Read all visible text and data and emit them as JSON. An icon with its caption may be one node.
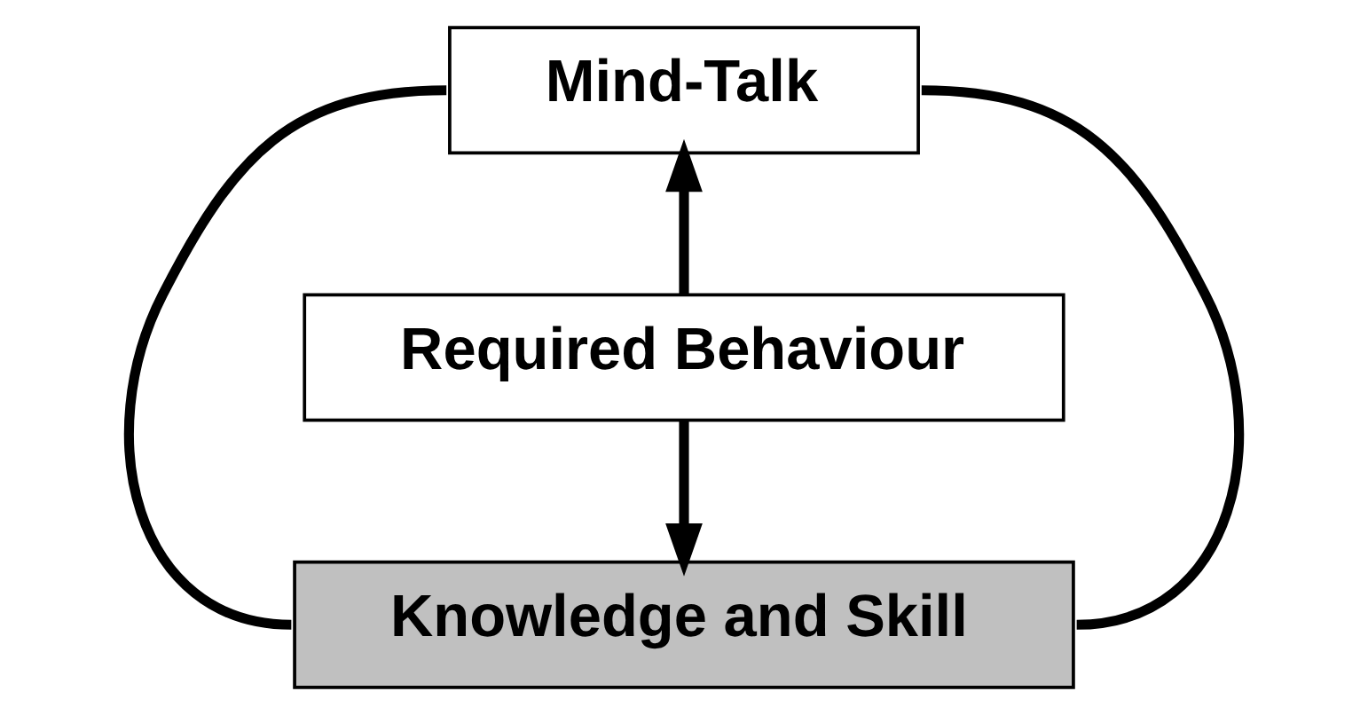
{
  "diagram": {
    "nodes": [
      {
        "text": [
          "Mind-Talk"
        ]
      },
      {
        "text": [
          "Required Behaviour"
        ]
      },
      {
        "text": [
          "Knowledge and Skill"
        ]
      }
    ],
    "edges": [
      {
        "from": 1,
        "to": 0,
        "arrow": "to"
      },
      {
        "from": 1,
        "to": 2,
        "arrow": "to"
      },
      {
        "from": 0,
        "to": 2,
        "arrow": "none"
      },
      {
        "from": 0,
        "to": 2,
        "arrow": "none"
      }
    ]
  }
}
